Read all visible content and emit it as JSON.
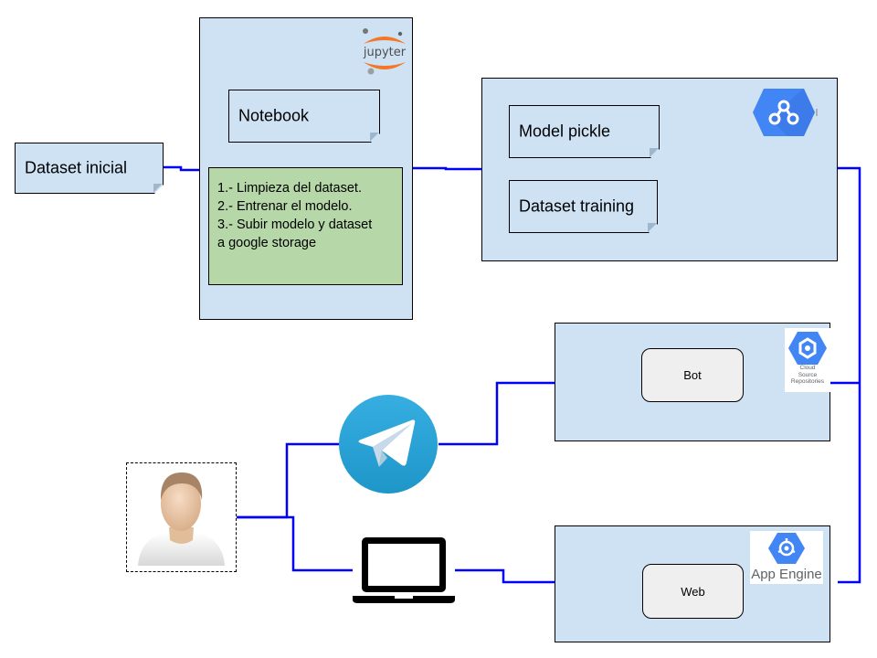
{
  "dataset_inicial": {
    "label": "Dataset inicial"
  },
  "notebook_panel": {
    "notebook_label": "Notebook",
    "jupyter_logo_text": "jupyter",
    "steps": [
      "1.- Limpieza del dataset.",
      "2.- Entrenar el modelo.",
      "3.- Subir modelo y dataset",
      "a google storage"
    ]
  },
  "storage_panel": {
    "model_label": "Model pickle",
    "dataset_label": "Dataset training"
  },
  "bot_panel": {
    "bot_label": "Bot",
    "repo_logo_text": [
      "Cloud",
      "Source",
      "Repositories"
    ]
  },
  "web_panel": {
    "web_label": "Web",
    "app_engine_text": "App Engine"
  },
  "colors": {
    "panel_fill": "#cfe2f3",
    "note_fill": "#b6d7a8",
    "connector": "#0000ff",
    "gcp_blue": "#4285f4",
    "telegram_blue": "#2fa3dc"
  }
}
